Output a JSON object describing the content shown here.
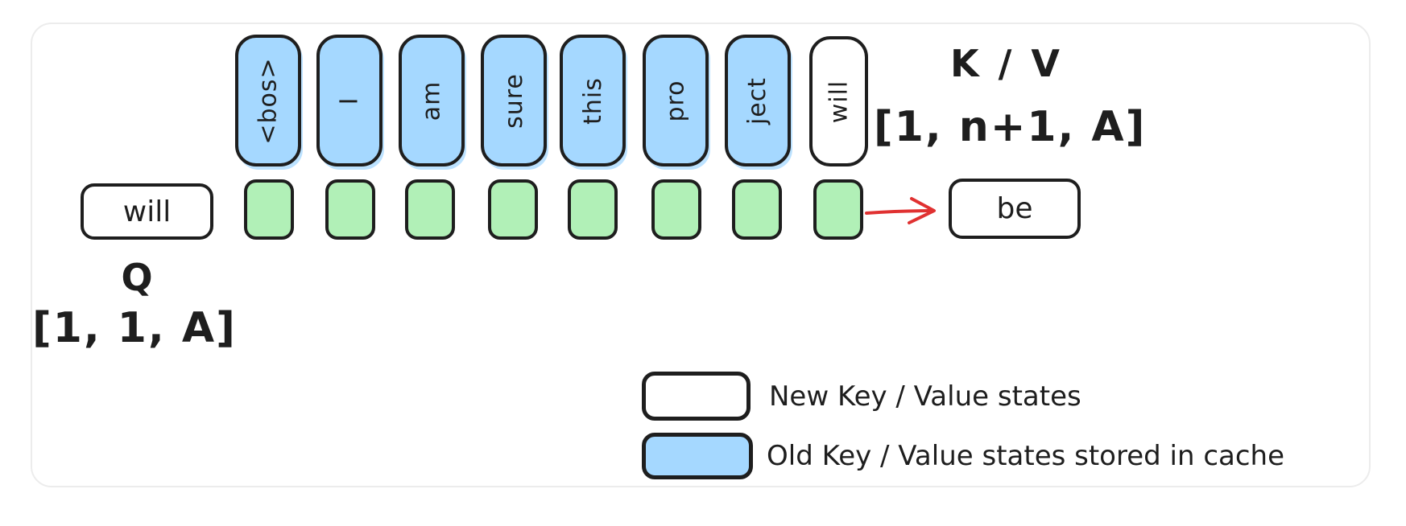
{
  "diagram": {
    "cached_tokens": [
      "<bos>",
      "I",
      "am",
      "sure",
      "this",
      "pro",
      "ject"
    ],
    "new_token": "will",
    "query_token": "will",
    "predicted_token": "be",
    "attention_cells": 8,
    "kv": {
      "label": "K / V",
      "shape": "[1, n+1, A]"
    },
    "q": {
      "label": "Q",
      "shape": "[1, 1, A]"
    },
    "legend": {
      "items": [
        {
          "swatch": "white",
          "label": "New Key / Value states"
        },
        {
          "swatch": "blue",
          "label": "Old Key / Value states stored in cache"
        }
      ]
    },
    "colors": {
      "cached_token_fill": "#a5d8ff",
      "new_token_fill": "#ffffff",
      "attention_cell_fill": "#b1f0b7",
      "stroke": "#1e1e1e",
      "arrow": "#e03131"
    }
  }
}
